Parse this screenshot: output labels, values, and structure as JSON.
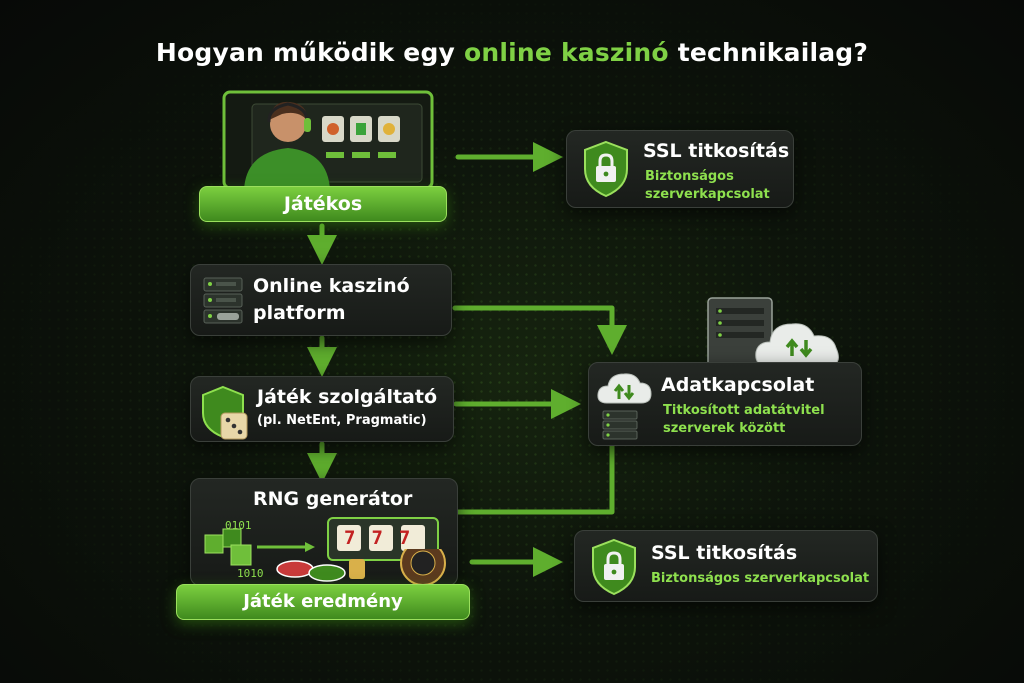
{
  "title": {
    "prefix": "Hogyan működik egy ",
    "highlight": "online kaszinó",
    "suffix": " technikailag?"
  },
  "colors": {
    "accent": "#7fd145",
    "card": "#1c1f1c",
    "arrow": "#5fae2e"
  },
  "nodes": {
    "player": {
      "label": "Játékos",
      "icon": "player-at-slot-machine"
    },
    "platform": {
      "label": "Online kaszinó platform",
      "icon": "server-rack-icon"
    },
    "provider": {
      "title": "Játék szolgáltató",
      "subtitle": "(pl. NetEnt, Pragmatic)",
      "icon": "shield-dice-icon"
    },
    "rng": {
      "title": "RNG generátor",
      "binary_1": "0101",
      "binary_2": "1010",
      "slot_reels": "777",
      "icon": "rng-cubes-slot-icon"
    },
    "result": {
      "label": "Játék eredmény"
    },
    "ssl_top": {
      "title": "SSL titkosítás",
      "subtitle_1": "Biztonságos",
      "subtitle_2": "szerverkapcsolat",
      "icon": "shield-lock-icon"
    },
    "data": {
      "title": "Adatkapcsolat",
      "subtitle_1": "Titkosított adatátvitel",
      "subtitle_2": "szerverek között",
      "icon": "cloud-sync-icon"
    },
    "ssl_bottom": {
      "title": "SSL titkosítás",
      "subtitle": "Biztonságos szerverkapcsolat",
      "icon": "shield-lock-icon"
    }
  }
}
